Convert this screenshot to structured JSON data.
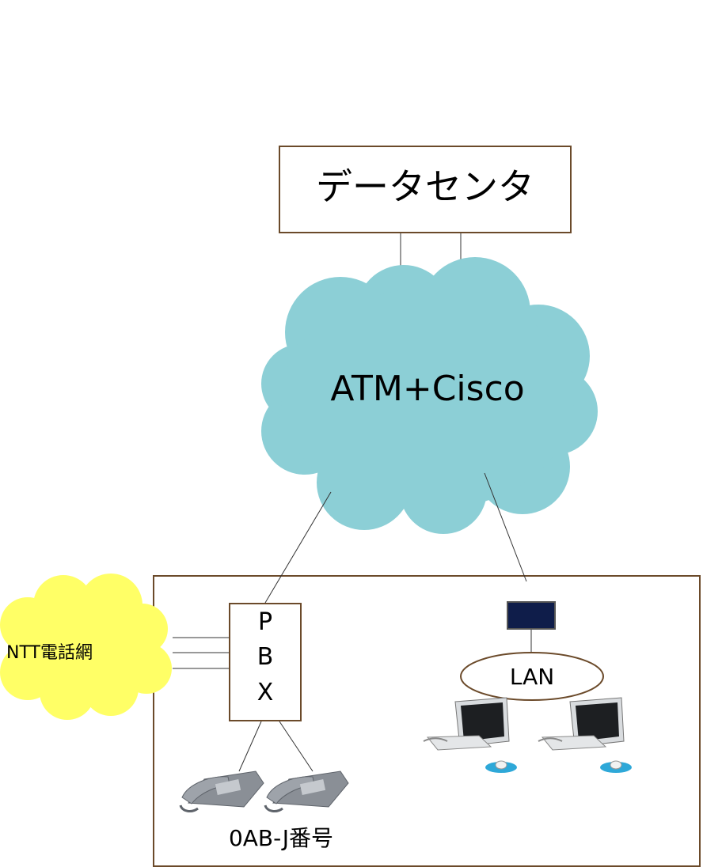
{
  "datacenter": {
    "label": "データセンタ"
  },
  "backbone": {
    "label": "ATM+Cisco",
    "color": "#8ccfd6"
  },
  "pstn": {
    "label": "NTT電話網",
    "color": "#ffff66"
  },
  "pbx": {
    "line1": "P",
    "line2": "B",
    "line3": "X"
  },
  "lan": {
    "label": "LAN"
  },
  "router": {
    "color": "#0f1d4a"
  },
  "phones": {
    "caption": "0AB-J番号"
  }
}
